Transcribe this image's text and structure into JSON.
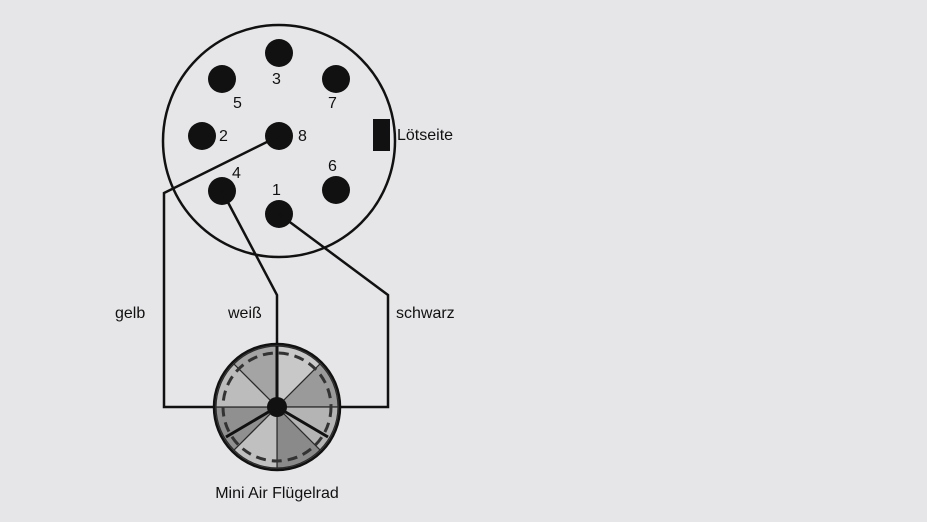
{
  "connector": {
    "side_label": "Lötseite",
    "pins": [
      {
        "label": "3"
      },
      {
        "label": "5"
      },
      {
        "label": "7"
      },
      {
        "label": "2"
      },
      {
        "label": "8"
      },
      {
        "label": "6"
      },
      {
        "label": "4"
      },
      {
        "label": "1"
      }
    ]
  },
  "wires": {
    "yellow_label": "gelb",
    "white_label": "weiß",
    "black_label": "schwarz"
  },
  "device": {
    "label": "Mini Air Flügelrad"
  }
}
